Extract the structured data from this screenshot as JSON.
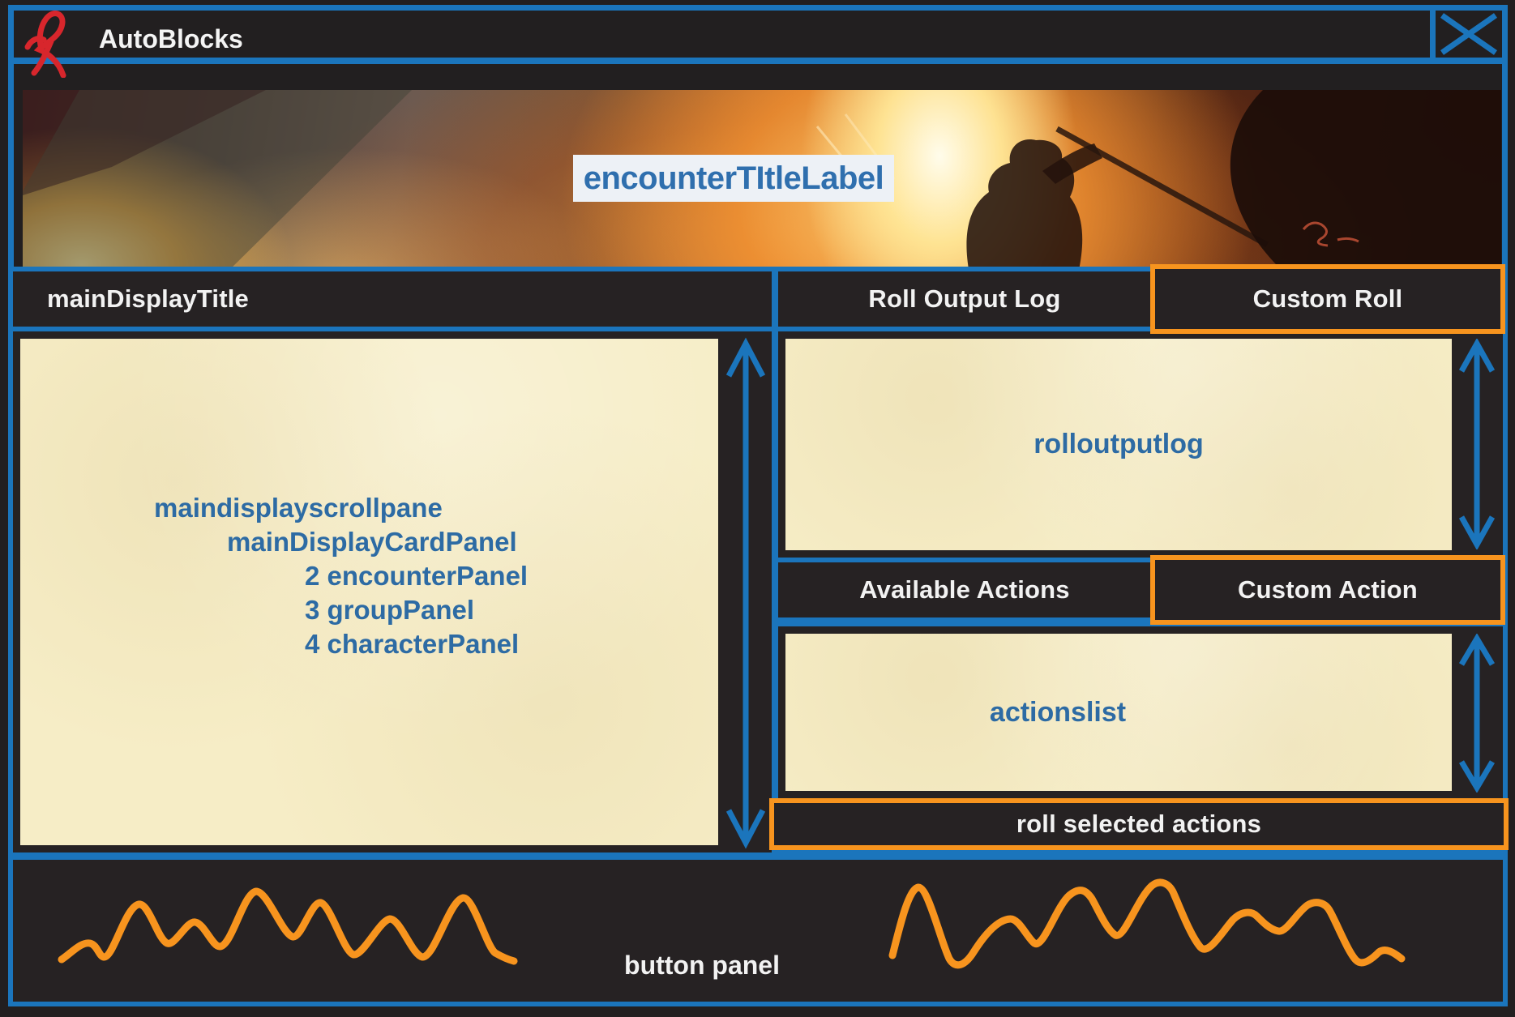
{
  "colors": {
    "accent_blue": "#1b75bc",
    "accent_orange": "#f7941e",
    "parchment": "#f6edc6",
    "panel_dark": "#262223",
    "label_blue": "#2d6ba4",
    "logo_red": "#d8262c"
  },
  "titlebar": {
    "app_title": "AutoBlocks",
    "logo_icon": "red-scribble-logo",
    "close_icon": "close-x"
  },
  "banner": {
    "encounter_title": "encounterTItleLabel"
  },
  "main_display": {
    "title": "mainDisplayTitle",
    "scroll_lines": [
      {
        "text": "maindisplayscrollpane"
      },
      {
        "text": "mainDisplayCardPanel"
      },
      {
        "text": "2 encounterPanel"
      },
      {
        "text": "3 groupPanel"
      },
      {
        "text": "4 characterPanel"
      }
    ],
    "scrollbar_icon": "vertical-double-arrow"
  },
  "roll_output": {
    "header": "Roll Output Log",
    "custom_roll_button": "Custom Roll",
    "panel_label": "rolloutputlog",
    "scrollbar_icon": "vertical-double-arrow"
  },
  "actions": {
    "header": "Available Actions",
    "custom_action_button": "Custom Action",
    "panel_label": "actionslist",
    "roll_selected_button": "roll selected actions",
    "scrollbar_icon": "vertical-double-arrow"
  },
  "button_panel": {
    "label": "button panel",
    "placeholder_icon": "hand-drawn-squiggle"
  }
}
